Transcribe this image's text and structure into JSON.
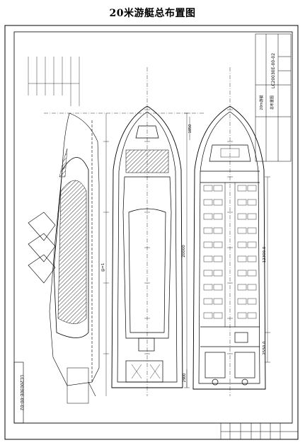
{
  "title": "20米游艇总布置图",
  "drawing_number": "LC20030E-00-02",
  "title_block": {
    "project": "20m游艇",
    "drawing_name": "总布置图",
    "number": "LC20030E-00-02"
  },
  "dimensions": {
    "overall_length": "20000",
    "cabin_length": "12300.0",
    "aft_length": "2550.0",
    "bow_width": "1850",
    "stern_width": "2900",
    "frame_spacing": "@=1"
  }
}
